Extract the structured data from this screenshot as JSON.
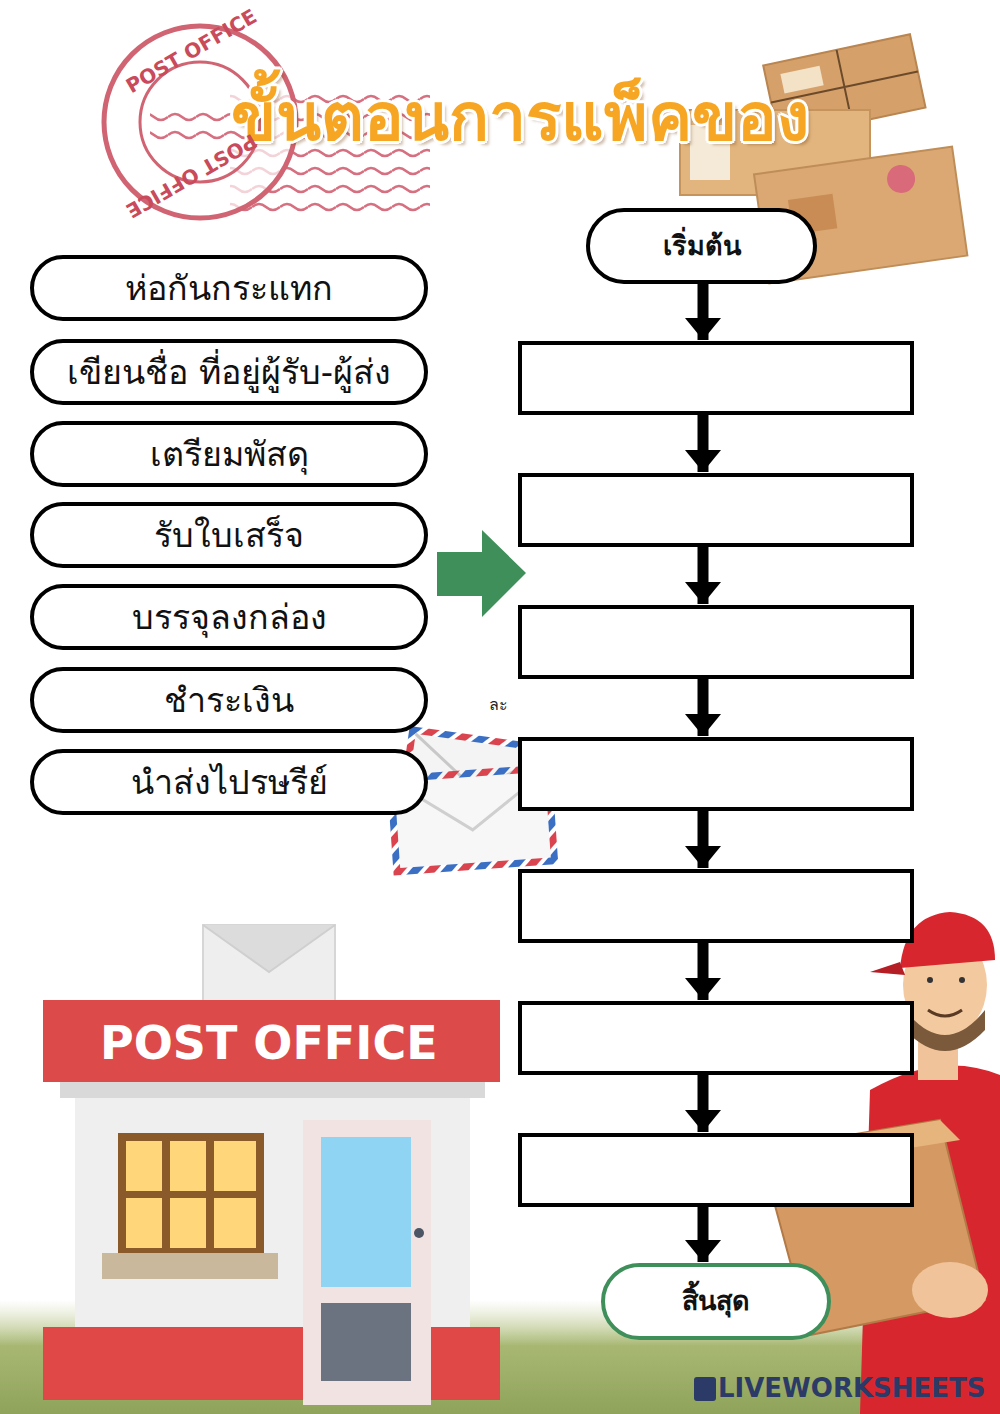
{
  "diagram": {
    "title": "ขั้นตอนการแพ็คของ",
    "nodes": [
      {
        "text": [
          "ห่อกันกระแทก"
        ]
      },
      {
        "text": [
          "เขียนชื่อ ที่อยู่ผู้รับ-ผู้ส่ง"
        ]
      },
      {
        "text": [
          "เตรียมพัสดุ"
        ]
      },
      {
        "text": [
          "รับใบเสร็จ"
        ]
      },
      {
        "text": [
          "บรรจุลงกล่อง"
        ]
      },
      {
        "text": [
          "ชำระเงิน"
        ]
      },
      {
        "text": [
          "นำส่งไปรษรีย์"
        ]
      },
      {
        "text": [
          "เริ่มต้น"
        ]
      },
      {
        "text": []
      },
      {
        "text": []
      },
      {
        "text": []
      },
      {
        "text": []
      },
      {
        "text": []
      },
      {
        "text": []
      },
      {
        "text": []
      },
      {
        "text": [
          "สิ้นสุด"
        ]
      }
    ],
    "edges": [
      {
        "from": 7,
        "to": 8,
        "arrow": "to"
      },
      {
        "from": 8,
        "to": 9,
        "arrow": "to"
      },
      {
        "from": 9,
        "to": 10,
        "arrow": "to"
      },
      {
        "from": 10,
        "to": 11,
        "arrow": "to"
      },
      {
        "from": 11,
        "to": 12,
        "arrow": "to"
      },
      {
        "from": 12,
        "to": 13,
        "arrow": "to"
      },
      {
        "from": 13,
        "to": 14,
        "arrow": "to"
      },
      {
        "from": 14,
        "to": 15,
        "arrow": "to"
      }
    ],
    "labels": [
      "POST OFFICE",
      "POST OFFICE",
      "ละ",
      "POST OFFICE",
      "LIVEWORKSHEETS"
    ]
  }
}
